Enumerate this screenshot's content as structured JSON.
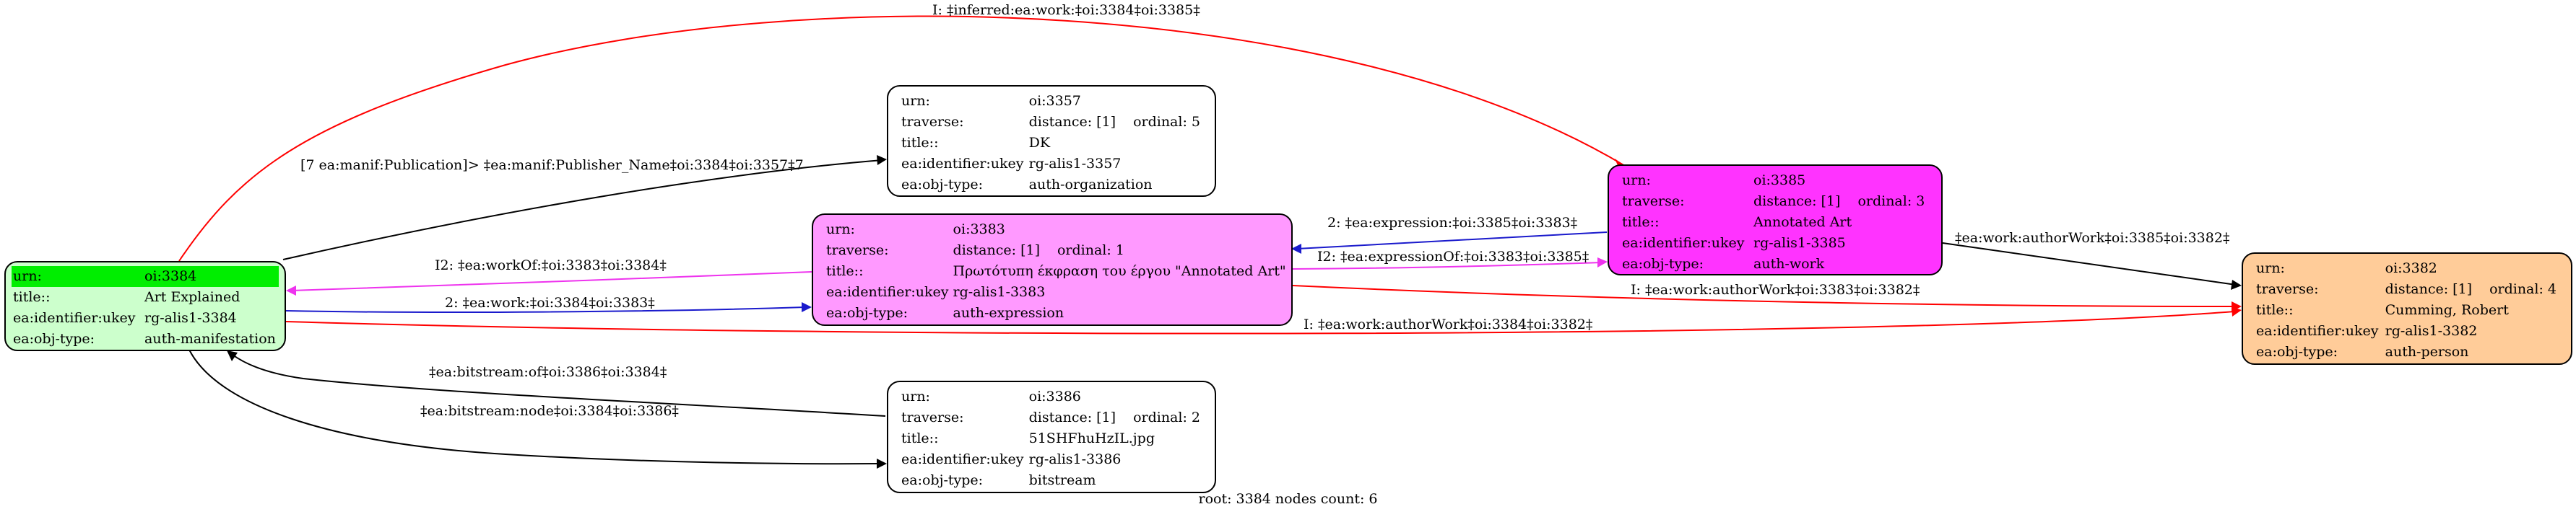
{
  "nodes": {
    "n3384": {
      "fill": "#ccffcc",
      "highlight_color": "#00ee00",
      "rows": [
        {
          "key": "urn:",
          "val": "oi:3384"
        },
        {
          "key": "title::",
          "val": "Art Explained"
        },
        {
          "key": "ea:identifier:ukey",
          "val": "rg-alis1-3384"
        },
        {
          "key": "ea:obj-type:",
          "val": "auth-manifestation"
        }
      ]
    },
    "n3357": {
      "fill": "#ffffff",
      "rows": [
        {
          "key": "urn:",
          "val": "oi:3357"
        },
        {
          "key": "traverse:",
          "val": "distance: [1]",
          "extra": "ordinal: 5"
        },
        {
          "key": "title::",
          "val": "DK"
        },
        {
          "key": "ea:identifier:ukey",
          "val": "rg-alis1-3357"
        },
        {
          "key": "ea:obj-type:",
          "val": "auth-organization"
        }
      ]
    },
    "n3383": {
      "fill": "#ff99ff",
      "rows": [
        {
          "key": "urn:",
          "val": "oi:3383"
        },
        {
          "key": "traverse:",
          "val": "distance: [1]",
          "extra": "ordinal: 1"
        },
        {
          "key": "title::",
          "val": "Πρωτότυπη έκφραση του έργου \"Annotated Art\""
        },
        {
          "key": "ea:identifier:ukey",
          "val": "rg-alis1-3383"
        },
        {
          "key": "ea:obj-type:",
          "val": "auth-expression"
        }
      ]
    },
    "n3385": {
      "fill": "#ff33ff",
      "rows": [
        {
          "key": "urn:",
          "val": "oi:3385"
        },
        {
          "key": "traverse:",
          "val": "distance: [1]",
          "extra": "ordinal: 3"
        },
        {
          "key": "title::",
          "val": "Annotated Art"
        },
        {
          "key": "ea:identifier:ukey",
          "val": "rg-alis1-3385"
        },
        {
          "key": "ea:obj-type:",
          "val": "auth-work"
        }
      ]
    },
    "n3386": {
      "fill": "#ffffff",
      "rows": [
        {
          "key": "urn:",
          "val": "oi:3386"
        },
        {
          "key": "traverse:",
          "val": "distance: [1]",
          "extra": "ordinal: 2"
        },
        {
          "key": "title::",
          "val": "51SHFhuHzIL.jpg"
        },
        {
          "key": "ea:identifier:ukey",
          "val": "rg-alis1-3386"
        },
        {
          "key": "ea:obj-type:",
          "val": "bitstream"
        }
      ]
    },
    "n3382": {
      "fill": "#ffcc99",
      "rows": [
        {
          "key": "urn:",
          "val": "oi:3382"
        },
        {
          "key": "traverse:",
          "val": "distance: [1]",
          "extra": "ordinal: 4"
        },
        {
          "key": "title::",
          "val": "Cumming, Robert"
        },
        {
          "key": "ea:identifier:ukey",
          "val": "rg-alis1-3382"
        },
        {
          "key": "ea:obj-type:",
          "val": "auth-person"
        }
      ]
    }
  },
  "edges": [
    {
      "from": "3384",
      "to": "3385",
      "color": "#ff0000",
      "label": "I: ‡inferred:ea:work:‡oi:3384‡oi:3385‡"
    },
    {
      "from": "3384",
      "to": "3357",
      "color": "#000000",
      "label": "[7 ea:manif:Publication]> ‡ea:manif:Publisher_Name‡oi:3384‡oi:3357‡7"
    },
    {
      "from": "3383",
      "to": "3384",
      "color": "#ee33ee",
      "label": "I2: ‡ea:workOf:‡oi:3383‡oi:3384‡"
    },
    {
      "from": "3384",
      "to": "3383",
      "color": "#1a1acc",
      "label": "2: ‡ea:work:‡oi:3384‡oi:3383‡"
    },
    {
      "from": "3385",
      "to": "3383",
      "color": "#1a1acc",
      "label": "2: ‡ea:expression:‡oi:3385‡oi:3383‡"
    },
    {
      "from": "3383",
      "to": "3385",
      "color": "#ee33ee",
      "label": "I2: ‡ea:expressionOf:‡oi:3383‡oi:3385‡"
    },
    {
      "from": "3385",
      "to": "3382",
      "color": "#000000",
      "label": "‡ea:work:authorWork‡oi:3385‡oi:3382‡"
    },
    {
      "from": "3383",
      "to": "3382",
      "color": "#ff0000",
      "label": "I: ‡ea:work:authorWork‡oi:3383‡oi:3382‡"
    },
    {
      "from": "3384",
      "to": "3382",
      "color": "#ff0000",
      "label": "I: ‡ea:work:authorWork‡oi:3384‡oi:3382‡"
    },
    {
      "from": "3386",
      "to": "3384",
      "color": "#000000",
      "label": "‡ea:bitstream:of‡oi:3386‡oi:3384‡"
    },
    {
      "from": "3384",
      "to": "3386",
      "color": "#000000",
      "label": "‡ea:bitstream:node‡oi:3384‡oi:3386‡"
    }
  ],
  "caption": "root: 3384 nodes count: 6"
}
